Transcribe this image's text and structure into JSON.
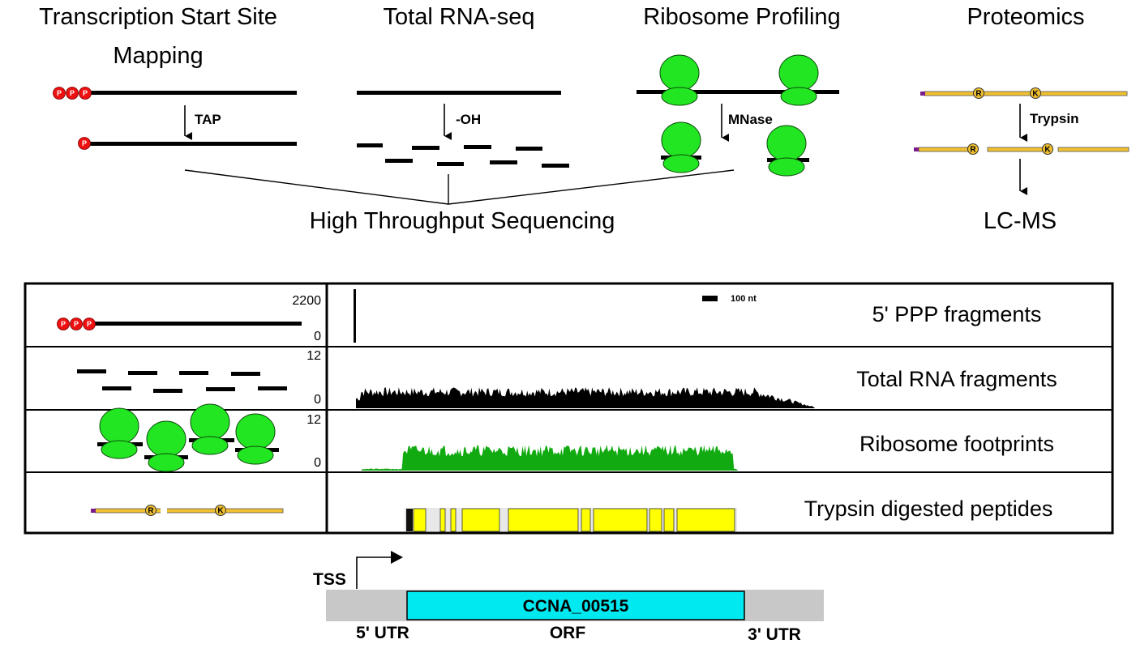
{
  "colors": {
    "ribosome": "#22e622",
    "phosphate": "#ee1111",
    "peptide": "#f0c030",
    "peptide_block": "#ffff00",
    "orf": "#00e8f0",
    "utr": "#c8c8c8",
    "footprint_signal": "#11aa11",
    "total_signal": "#000000"
  },
  "methods": {
    "tss": {
      "title1": "Transcription Start Site",
      "title2": "Mapping",
      "enzyme": "TAP"
    },
    "rnaseq": {
      "title": "Total RNA-seq",
      "enzyme": "-OH"
    },
    "ribo": {
      "title": "Ribosome Profiling",
      "enzyme": "MNase"
    },
    "prot": {
      "title": "Proteomics",
      "enzyme": "Trypsin",
      "output": "LC-MS"
    },
    "sequencing": "High Throughput Sequencing"
  },
  "glyphs": {
    "phosphate": "P",
    "arginine": "R",
    "lysine": "K"
  },
  "tracks": [
    {
      "label": "5' PPP fragments",
      "max": "2200",
      "min": "0"
    },
    {
      "label": "Total RNA fragments",
      "max": "12",
      "min": "0"
    },
    {
      "label": "Ribosome footprints",
      "max": "12",
      "min": "0"
    },
    {
      "label": "Trypsin digested peptides"
    }
  ],
  "scale_bar": "100 nt",
  "gene": {
    "tss": "TSS",
    "name": "CCNA_00515",
    "utr5": "5' UTR",
    "orf": "ORF",
    "utr3": "3' UTR"
  }
}
